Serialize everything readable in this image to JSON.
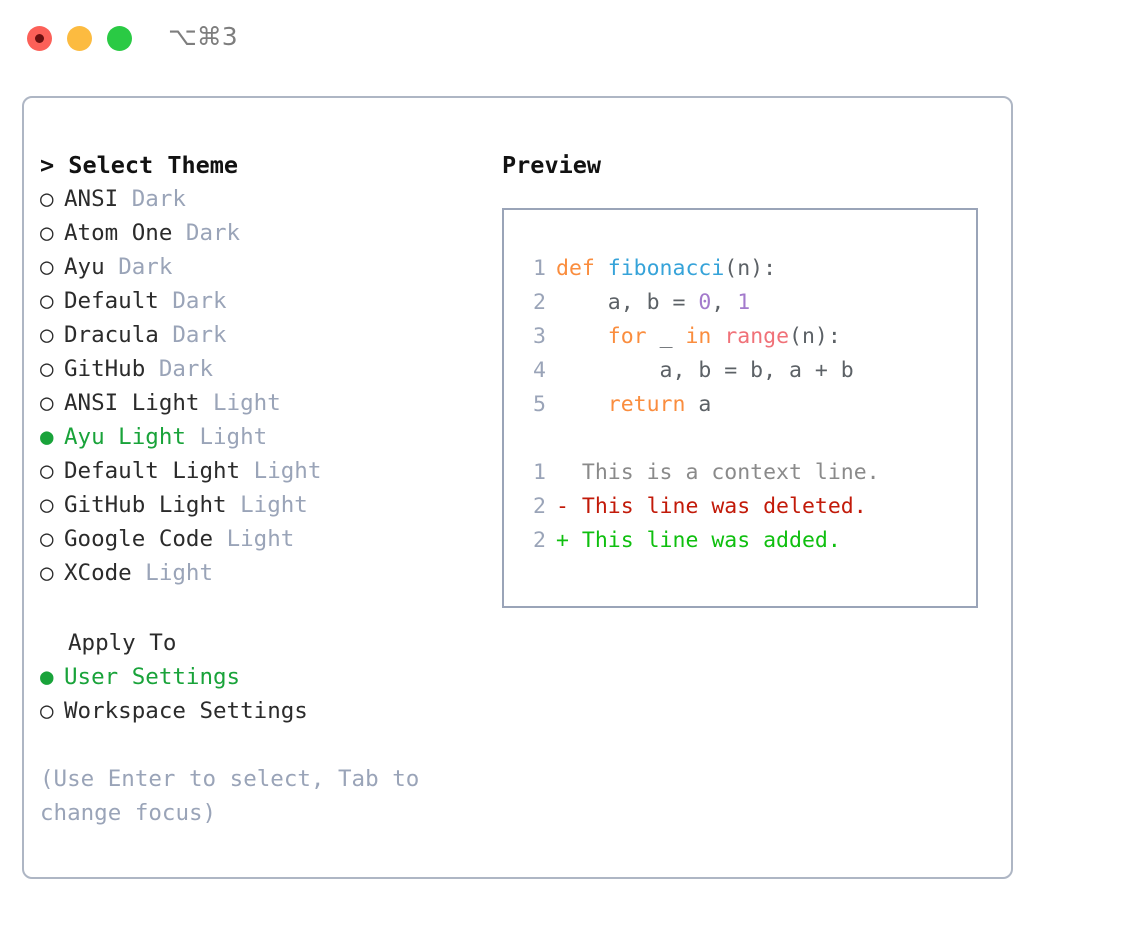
{
  "window": {
    "shortcut": "⌥⌘3",
    "traffic_lights": [
      {
        "name": "close",
        "color": "#fc6058"
      },
      {
        "name": "minimize",
        "color": "#fcbb40"
      },
      {
        "name": "maximize",
        "color": "#2aca44"
      }
    ]
  },
  "theme_panel": {
    "header": "> Select Theme",
    "options": [
      {
        "marker": "○",
        "name": "ANSI",
        "tag": "Dark",
        "selected": false
      },
      {
        "marker": "○",
        "name": "Atom One",
        "tag": "Dark",
        "selected": false
      },
      {
        "marker": "○",
        "name": "Ayu",
        "tag": "Dark",
        "selected": false
      },
      {
        "marker": "○",
        "name": "Default",
        "tag": "Dark",
        "selected": false
      },
      {
        "marker": "○",
        "name": "Dracula",
        "tag": "Dark",
        "selected": false
      },
      {
        "marker": "○",
        "name": "GitHub",
        "tag": "Dark",
        "selected": false
      },
      {
        "marker": "○",
        "name": "ANSI Light",
        "tag": "Light",
        "selected": false
      },
      {
        "marker": "●",
        "name": "Ayu Light",
        "tag": "Light",
        "selected": true
      },
      {
        "marker": "○",
        "name": "Default Light",
        "tag": "Light",
        "selected": false
      },
      {
        "marker": "○",
        "name": "GitHub Light",
        "tag": "Light",
        "selected": false
      },
      {
        "marker": "○",
        "name": "Google Code",
        "tag": "Light",
        "selected": false
      },
      {
        "marker": "○",
        "name": "XCode",
        "tag": "Light",
        "selected": false
      }
    ]
  },
  "apply_to": {
    "header": "Apply To",
    "options": [
      {
        "marker": "●",
        "name": "User Settings",
        "selected": true
      },
      {
        "marker": "○",
        "name": "Workspace Settings",
        "selected": false
      }
    ]
  },
  "hint": "(Use Enter to select, Tab to change focus)",
  "preview": {
    "header": "Preview",
    "code_lines": [
      {
        "num": "1",
        "tokens": [
          {
            "t": "def ",
            "c": "kw"
          },
          {
            "t": "fibonacci",
            "c": "fn"
          },
          {
            "t": "(n):",
            "c": "plain"
          }
        ]
      },
      {
        "num": "2",
        "tokens": [
          {
            "t": "    a, b = ",
            "c": "plain"
          },
          {
            "t": "0",
            "c": "num"
          },
          {
            "t": ", ",
            "c": "plain"
          },
          {
            "t": "1",
            "c": "num"
          }
        ]
      },
      {
        "num": "3",
        "tokens": [
          {
            "t": "    ",
            "c": "plain"
          },
          {
            "t": "for",
            "c": "kw"
          },
          {
            "t": " _ ",
            "c": "plain"
          },
          {
            "t": "in",
            "c": "kw"
          },
          {
            "t": " ",
            "c": "plain"
          },
          {
            "t": "range",
            "c": "call"
          },
          {
            "t": "(n):",
            "c": "plain"
          }
        ]
      },
      {
        "num": "4",
        "tokens": [
          {
            "t": "        a, b = b, a + b",
            "c": "plain"
          }
        ]
      },
      {
        "num": "5",
        "tokens": [
          {
            "t": "    ",
            "c": "plain"
          },
          {
            "t": "return",
            "c": "kw"
          },
          {
            "t": " a",
            "c": "plain"
          }
        ]
      }
    ],
    "diff_lines": [
      {
        "num": "1",
        "text": "  This is a context line.",
        "kind": "ctx"
      },
      {
        "num": "2",
        "text": "- This line was deleted.",
        "kind": "del"
      },
      {
        "num": "2",
        "text": "+ This line was added.",
        "kind": "add"
      }
    ]
  },
  "colors": {
    "selected_green": "#19a33a",
    "tag_gray": "#9aa4b8",
    "keyword_orange": "#fa8d3e",
    "function_blue": "#36a3d9",
    "number_purple": "#a37acc",
    "call_salmon": "#f07178",
    "diff_delete_red": "#c21a09",
    "diff_add_green": "#0fbf0f",
    "panel_border": "#aeb6c4"
  }
}
